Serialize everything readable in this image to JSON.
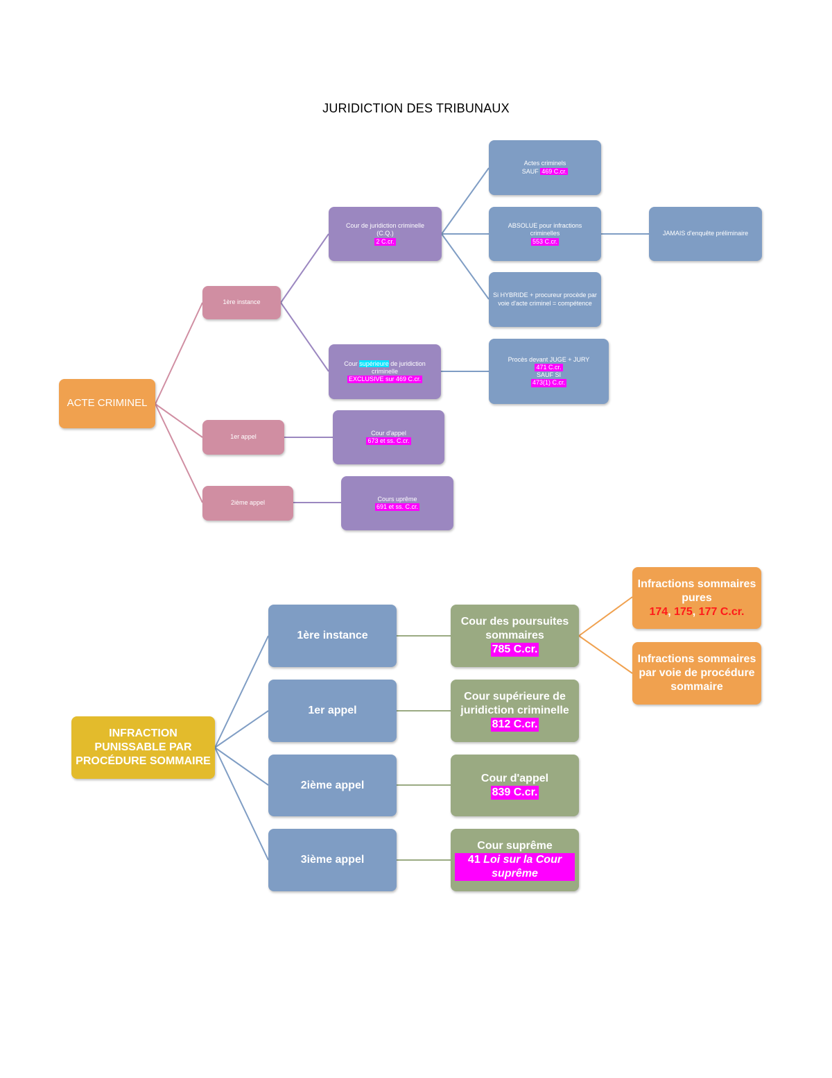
{
  "title": "JURIDICTION DES TRIBUNAUX",
  "colors": {
    "pink": "#d08ea2",
    "purple": "#9b87c0",
    "blue": "#7f9dc4",
    "orange": "#f0a14f",
    "olive": "#9aaa82",
    "yellow": "#e3bb2c",
    "highlight_magenta": "#ff00ff",
    "highlight_cyan": "#00e5ff",
    "red_text": "#ff1a1a"
  },
  "diagram1": {
    "root": "ACTE CRIMINEL",
    "premiere_instance": "1ère instance",
    "premier_appel": "1er appel",
    "deuxieme_appel": "2ième appel",
    "cour_jc": {
      "line1": "Cour de juridiction criminelle",
      "line2": "(C.Q.)",
      "ref": "2 C.cr."
    },
    "cour_sup": {
      "pre": "Cour ",
      "hl": "supérieure",
      "post": " de juridiction criminelle",
      "ref": "EXCLUSIVE sur 469 C.cr."
    },
    "cour_appel": {
      "line1": "Cour d'appel",
      "ref": "673 et ss. C.cr."
    },
    "cour_supreme": {
      "line1": "Cours uprême",
      "ref": "691 et ss. C.cr."
    },
    "actes": {
      "line1": "Actes criminels",
      "line2": "SAUF ",
      "ref": "469 C.cr."
    },
    "absolue": {
      "line1": "ABSOLUE pour infractions criminelles",
      "ref": "553 C.cr."
    },
    "hybride": {
      "line1": "Si HYBRIDE + procureur procède par voie d'acte criminel = compétence"
    },
    "jamais": "JAMAIS d'enquête préliminaire",
    "proces": {
      "line1": "Procès devant JUGE + JURY",
      "ref1": "471 C.cr.",
      "line2": "SAUF SI",
      "ref2": "473(1) C.cr."
    }
  },
  "diagram2": {
    "root": "INFRACTION PUNISSABLE PAR PROCÉDURE SOMMAIRE",
    "levels": [
      "1ère instance",
      "1er appel",
      "2ième appel",
      "3ième appel"
    ],
    "courts": [
      {
        "name": "Cour des poursuites sommaires",
        "ref": "785 C.cr."
      },
      {
        "name": "Cour supérieure de juridiction criminelle",
        "ref": "812 C.cr."
      },
      {
        "name": "Cour d'appel",
        "ref": "839 C.cr."
      },
      {
        "name": "Cour suprême",
        "ref_num": "41 ",
        "ref_law": "Loi sur la Cour suprême"
      }
    ],
    "pures": {
      "line1": "Infractions sommaires pures",
      "r1": "174",
      "sep1": ", ",
      "r2": "175",
      "sep2": ", ",
      "r3": "177 C.cr."
    },
    "voie": "Infractions sommaires par voie de procédure sommaire"
  }
}
